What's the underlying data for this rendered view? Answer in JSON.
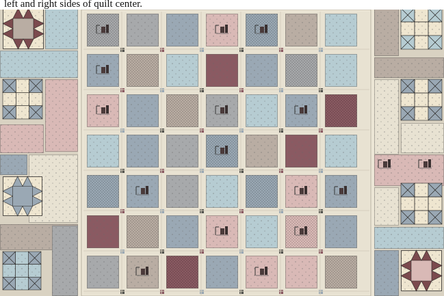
{
  "caption": "left and right sides of quilt center.",
  "palette": {
    "blue": "#b6ccd2",
    "pink": "#d9b9b6",
    "taupe": "#b9ada3",
    "gray": "#a7a9ab",
    "slate": "#9aa8b4",
    "plum": "#8a5a62",
    "sashing": "#e8e2d2",
    "cornerstone": "#54544f",
    "border": "#ece6d6",
    "star_point": "#7b4a4e",
    "outline": "#2c2a28",
    "cream": "#efe6d0"
  },
  "center_blocks": [
    [
      "gray",
      "gray",
      "slate",
      "pink",
      "slate",
      "taupe",
      "blue"
    ],
    [
      "slate",
      "taupe",
      "blue",
      "plum",
      "slate",
      "gray",
      "blue"
    ],
    [
      "pink",
      "slate",
      "taupe",
      "gray",
      "blue",
      "slate",
      "plum"
    ],
    [
      "blue",
      "slate",
      "gray",
      "slate",
      "taupe",
      "plum",
      "blue"
    ],
    [
      "slate",
      "slate",
      "gray",
      "blue",
      "slate",
      "pink",
      "slate"
    ],
    [
      "plum",
      "taupe",
      "slate",
      "pink",
      "blue",
      "pink",
      "slate"
    ],
    [
      "gray",
      "taupe",
      "plum",
      "slate",
      "pink",
      "pink",
      "taupe"
    ]
  ],
  "center_motifs": [
    [
      true,
      false,
      false,
      true,
      true,
      false,
      false
    ],
    [
      true,
      false,
      false,
      false,
      false,
      false,
      false
    ],
    [
      true,
      false,
      false,
      true,
      false,
      true,
      false
    ],
    [
      false,
      false,
      false,
      true,
      false,
      false,
      false
    ],
    [
      false,
      true,
      false,
      false,
      false,
      true,
      true
    ],
    [
      false,
      false,
      false,
      true,
      false,
      true,
      false
    ],
    [
      false,
      true,
      false,
      false,
      true,
      false,
      false
    ]
  ]
}
